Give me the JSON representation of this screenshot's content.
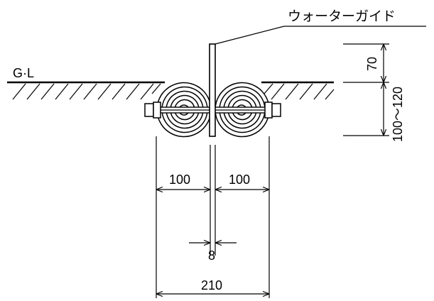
{
  "labels": {
    "product": "ウォーターガイド",
    "ground_level": "G·L"
  },
  "dimensions": {
    "above_ground": "70",
    "burial_depth": "100〜120",
    "left_width": "100",
    "right_width": "100",
    "guide_thickness": "8",
    "total_width": "210"
  }
}
